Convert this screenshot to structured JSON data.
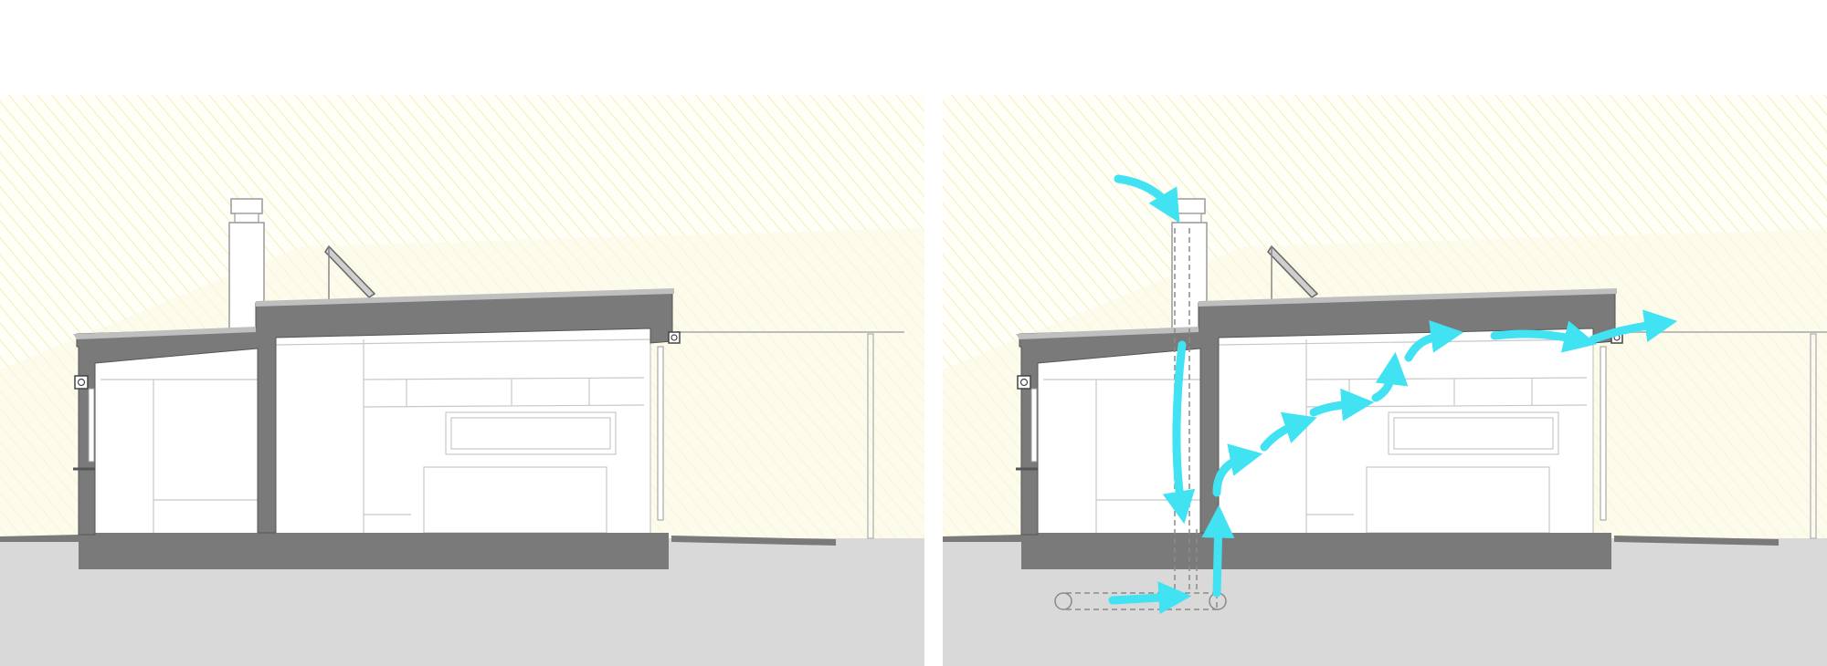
{
  "diagram": {
    "type": "architectural-section-pair",
    "panels": [
      {
        "id": "section-plain",
        "shows_airflow": false
      },
      {
        "id": "section-ventilation",
        "shows_airflow": true
      }
    ],
    "colors": {
      "sky_hatch": "#f3efbf",
      "sun_wedge": "#fbf9e3",
      "ground": "#d9d9d9",
      "wall_section": "#7a7a7a",
      "roof_section": "#6e6e6e",
      "airflow": "#41e3f3",
      "linework": "#9a9a9a"
    },
    "icons": [
      "chimney",
      "solar-panel",
      "gutter",
      "downpipe",
      "airflow-arrow",
      "earth-tube-duct"
    ]
  }
}
